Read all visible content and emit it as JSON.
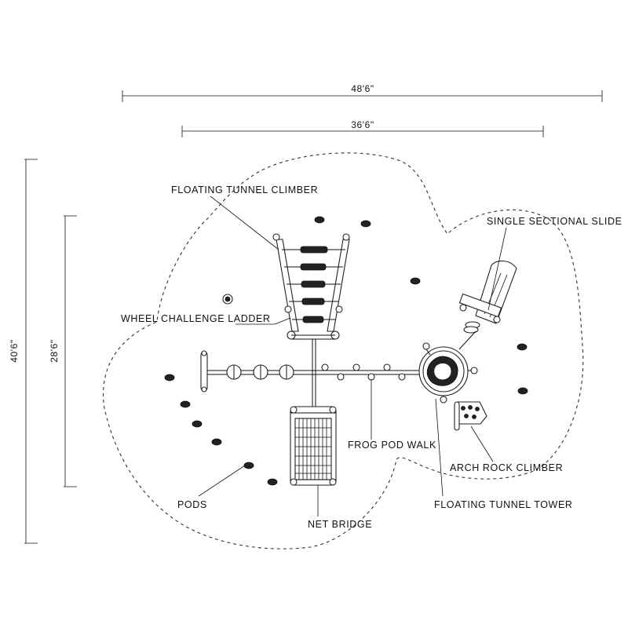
{
  "dimensions": {
    "overall_width": "48'6\"",
    "inner_width": "36'6\"",
    "overall_depth": "40'6\"",
    "inner_depth": "28'6\""
  },
  "labels": {
    "floating_tunnel_climber": "FLOATING TUNNEL CLIMBER",
    "single_sectional_slide": "SINGLE SECTIONAL SLIDE",
    "wheel_challenge_ladder": "WHEEL CHALLENGE LADDER",
    "frog_pod_walk": "FROG POD WALK",
    "arch_rock_climber": "ARCH ROCK CLIMBER",
    "floating_tunnel_tower": "FLOATING TUNNEL TOWER",
    "pods": "PODS",
    "net_bridge": "NET BRIDGE"
  },
  "colors": {
    "line": "#111111",
    "background": "#ffffff"
  }
}
